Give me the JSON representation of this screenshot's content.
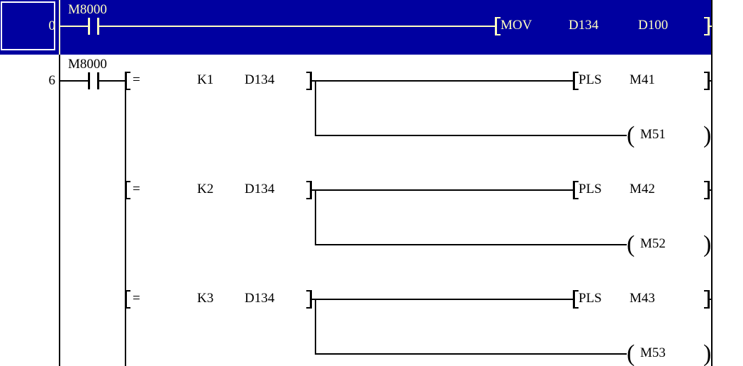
{
  "ladder": {
    "colors": {
      "background": "#FFFFFF",
      "selected_rung_bg": "#0000A0",
      "selected_rung_fg": "#FFFFC0",
      "line_color": "#000000",
      "selection_cursor_border": "#FFFFFF"
    },
    "rung0": {
      "step": "0",
      "contact": "M8000",
      "instruction": {
        "op": "MOV",
        "operand1": "D134",
        "operand2": "D100"
      }
    },
    "rung6": {
      "step": "6",
      "contact": "M8000",
      "branches": [
        {
          "compare_op": "=",
          "compare_value": "K1",
          "compare_register": "D134",
          "pulse_op": "PLS",
          "pulse_device": "M41",
          "coil_device": "M51",
          "coil_open": "(",
          "coil_close": ")"
        },
        {
          "compare_op": "=",
          "compare_value": "K2",
          "compare_register": "D134",
          "pulse_op": "PLS",
          "pulse_device": "M42",
          "coil_device": "M52",
          "coil_open": "(",
          "coil_close": ")"
        },
        {
          "compare_op": "=",
          "compare_value": "K3",
          "compare_register": "D134",
          "pulse_op": "PLS",
          "pulse_device": "M43",
          "coil_device": "M53",
          "coil_open": "(",
          "coil_close": ")"
        }
      ]
    }
  }
}
